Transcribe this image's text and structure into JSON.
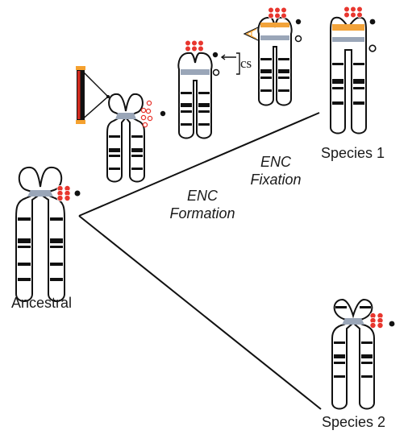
{
  "labels": {
    "ancestral": "Ancestral",
    "species1": "Species 1",
    "species2": "Species 2",
    "enc_formation_line1": "ENC",
    "enc_formation_line2": "Formation",
    "enc_fixation_line1": "ENC",
    "enc_fixation_line2": "Fixation",
    "cs": "cs"
  },
  "colors": {
    "outline": "#111111",
    "band": "#111111",
    "centromere": "#9aa6b8",
    "enc_band": "#f2a33a",
    "cluster": "#e8362e",
    "cluster_light": "#f28c86",
    "insert_red": "#d42a1f",
    "insert_orange": "#f5a12e"
  }
}
